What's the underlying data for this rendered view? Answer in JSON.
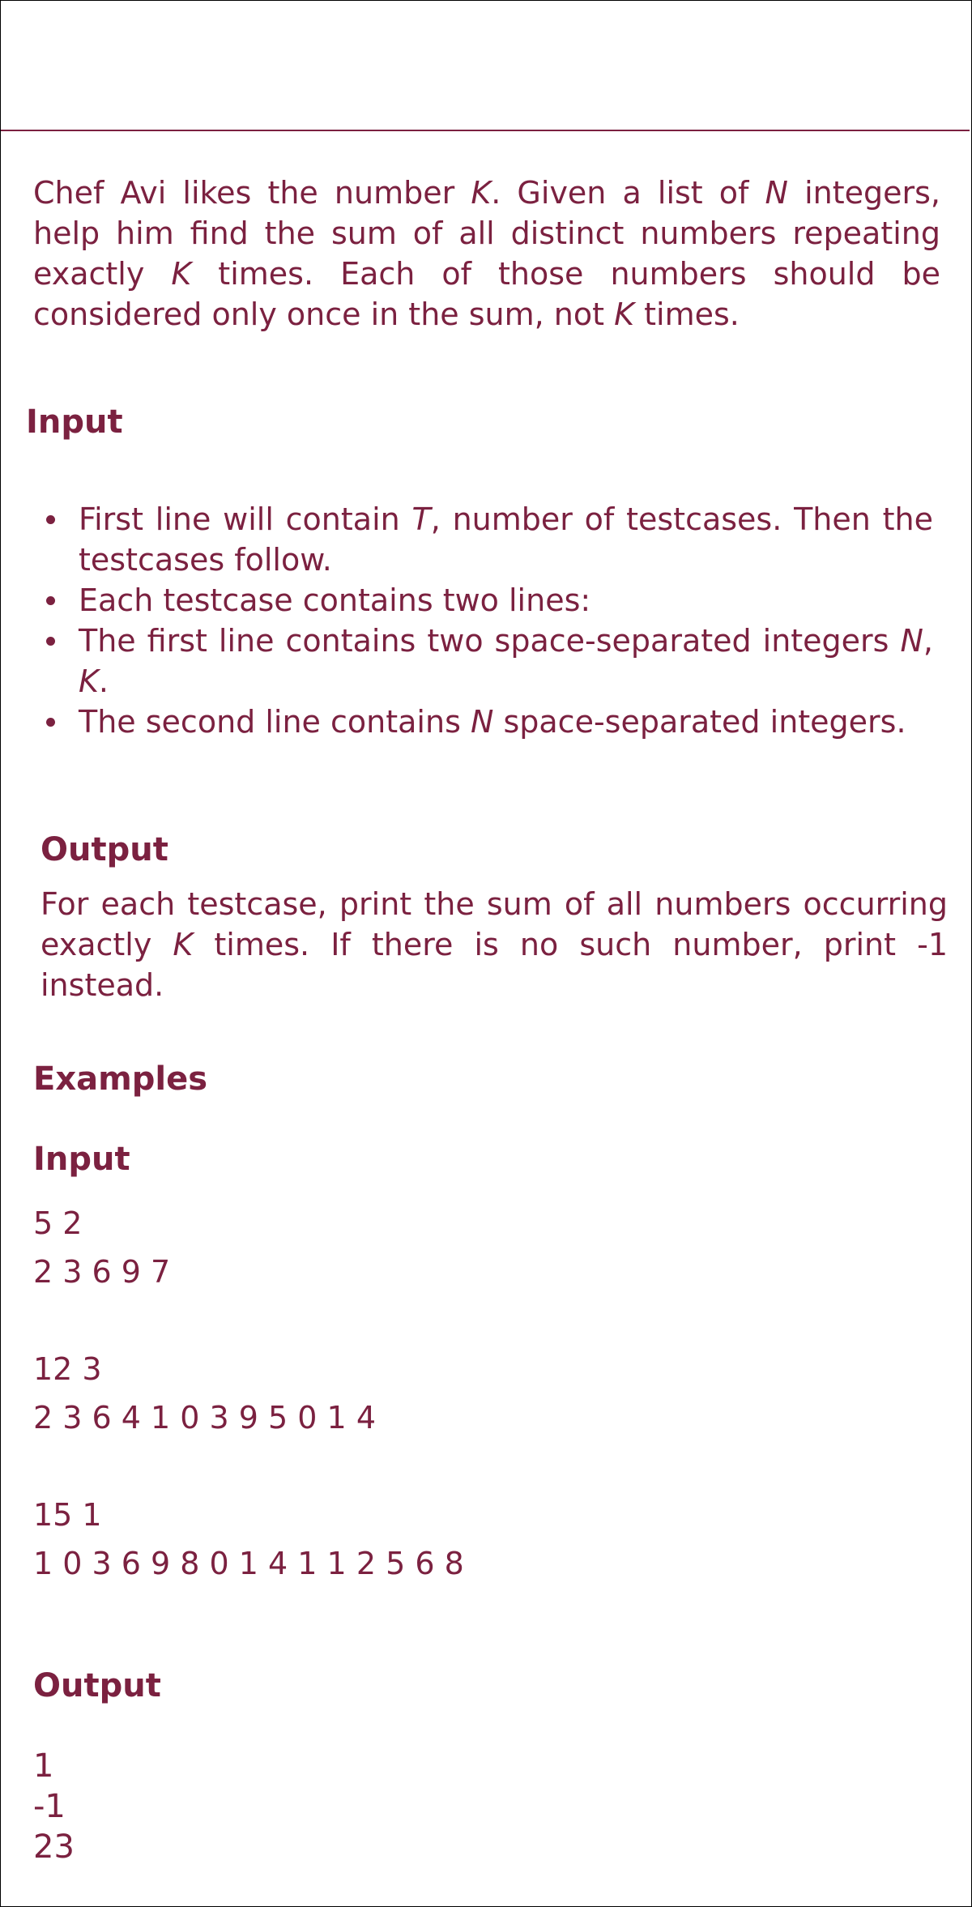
{
  "statement": {
    "text_1": "Chef Avi likes the number ",
    "var_k1": "K",
    "text_2": ". Given a list of ",
    "var_n1": "N",
    "text_3": " integers, help him find the sum of all distinct numbers repeating exactly ",
    "var_k2": "K",
    "text_4": " times. Each of those numbers should be considered only once in the sum, not ",
    "var_k3": "K",
    "text_5": " times."
  },
  "input_section": {
    "heading": "Input",
    "bullets": [
      {
        "pre": "First line will contain ",
        "var": "T",
        "post": ", number of testcases. Then the testcases follow."
      },
      {
        "pre": "Each testcase contains two lines:",
        "var": "",
        "post": ""
      },
      {
        "pre": "The first line contains two space-separated integers ",
        "var": "N",
        "mid": ", ",
        "var2": "K",
        "post": "."
      },
      {
        "pre": "The second line contains ",
        "var": "N",
        "post": " space-separated integers."
      }
    ]
  },
  "output_section": {
    "heading": "Output",
    "text_1": "For each testcase, print the sum of all numbers occurring exactly ",
    "var": "K",
    "text_2": " times. If there is no such number, print -1 instead."
  },
  "examples": {
    "heading": "Examples",
    "input_heading": "Input",
    "input_lines": [
      "5 2",
      "2 3 6 9 7",
      "",
      "12 3",
      "2 3 6 4 1 0 3 9 5 0 1 4",
      "",
      "15 1",
      "1 0 3 6 9 8 0 1 4 1 1 2 5 6 8"
    ],
    "output_heading": "Output",
    "output_lines": [
      "1",
      "-1",
      "23"
    ]
  },
  "colors": {
    "text": "#7b2140",
    "border": "#000000",
    "background": "#ffffff"
  }
}
